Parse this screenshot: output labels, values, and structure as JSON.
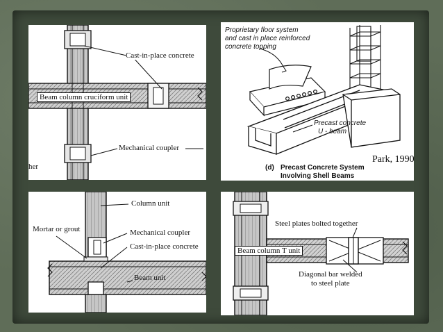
{
  "slide": {
    "background_color": "#5f6d58",
    "panel_color": "#ffffff",
    "line_color": "#111111",
    "hatch_color": "#9a9a9a"
  },
  "panels": {
    "cruciform": {
      "cast_in_place": "Cast-in-place concrete",
      "unit_label": "Beam column cruciform unit",
      "coupler": "Mechanical coupler",
      "cut_text": "her"
    },
    "shell_beam": {
      "floor_line1": "Proprietary floor system",
      "floor_line2": "and cast in place reinforced",
      "floor_line3": "concrete topping",
      "precast_line1": "Precast concrete",
      "precast_line2": "U - beam",
      "citation": "Park, 1990",
      "caption_tag": "(d)",
      "caption_line1": "Precast Concrete System",
      "caption_line2": "Involving Shell Beams"
    },
    "beam_unit": {
      "column_unit": "Column unit",
      "mortar": "Mortar or grout",
      "coupler": "Mechanical coupler",
      "cast_in_place": "Cast-in-place concrete",
      "beam_unit": "Beam unit"
    },
    "t_unit": {
      "plates": "Steel plates bolted together",
      "unit_label": "Beam column T unit",
      "diag_line1": "Diagonal bar welded",
      "diag_line2": "to steel plate"
    }
  }
}
